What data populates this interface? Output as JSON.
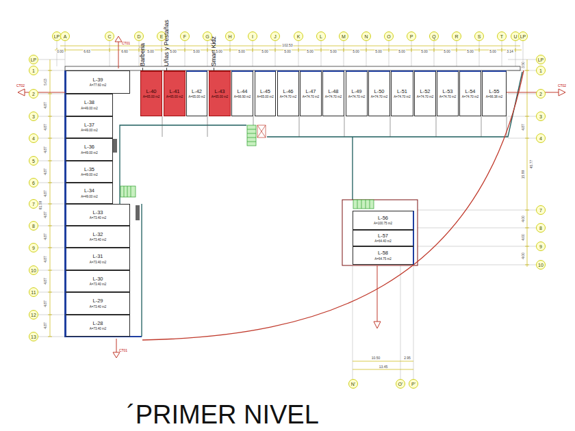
{
  "diagram": {
    "title": "´PRIMER NIVEL",
    "nodes": [
      {
        "text": [
          "L-39",
          "A=77.60 m2"
        ]
      },
      {
        "text": [
          "L-40",
          "A=65.00 m2"
        ]
      },
      {
        "text": [
          "L-41",
          "A=65.00 m2"
        ]
      },
      {
        "text": [
          "L-42",
          "A=65.00 m2"
        ]
      },
      {
        "text": [
          "L-43",
          "A=65.00 m2"
        ]
      },
      {
        "text": [
          "L-44",
          "A=66.90 m2"
        ]
      },
      {
        "text": [
          "L-45",
          "A=65.00 m2"
        ]
      },
      {
        "text": [
          "L-46",
          "A=74.70 m2"
        ]
      },
      {
        "text": [
          "L-47",
          "A=74.70 m2"
        ]
      },
      {
        "text": [
          "L-48",
          "A=74.70 m2"
        ]
      },
      {
        "text": [
          "L-49",
          "A=74.70 m2"
        ]
      },
      {
        "text": [
          "L-50",
          "A=74.70 m2"
        ]
      },
      {
        "text": [
          "L-51",
          "A=74.70 m2"
        ]
      },
      {
        "text": [
          "L-52",
          "A=74.70 m2"
        ]
      },
      {
        "text": [
          "L-53",
          "A=74.70 m2"
        ]
      },
      {
        "text": [
          "L-54",
          "A=74.70 m2"
        ]
      },
      {
        "text": [
          "L-55",
          "A=66.38 m2"
        ]
      },
      {
        "text": [
          "L-38",
          "A=49.00 m2"
        ]
      },
      {
        "text": [
          "L-37",
          "A=49.00 m2"
        ]
      },
      {
        "text": [
          "L-36",
          "A=49.00 m2"
        ]
      },
      {
        "text": [
          "L-35",
          "A=49.00 m2"
        ]
      },
      {
        "text": [
          "L-34",
          "A=49.00 m2"
        ]
      },
      {
        "text": [
          "L-33",
          "A=73.40 m2"
        ]
      },
      {
        "text": [
          "L-32",
          "A=73.40 m2"
        ]
      },
      {
        "text": [
          "L-31",
          "A=73.40 m2"
        ]
      },
      {
        "text": [
          "L-30",
          "A=73.40 m2"
        ]
      },
      {
        "text": [
          "L-29",
          "A=73.40 m2"
        ]
      },
      {
        "text": [
          "L-28",
          "A=73.40 m2"
        ]
      },
      {
        "text": [
          "L-56",
          "A=100.75 m2"
        ]
      },
      {
        "text": [
          "L-57",
          "A=64.40 m2"
        ]
      },
      {
        "text": [
          "L-58",
          "A=64.75 m2"
        ]
      }
    ],
    "labels": [
      "Barberia",
      "Uñas y Pestañas",
      "Smart Kidz",
      "CT01",
      "CT01",
      "CT02",
      "CT02",
      "LP",
      "A",
      "C",
      "D",
      "E",
      "F",
      "G",
      "H",
      "I",
      "J",
      "K",
      "L",
      "M",
      "N",
      "O",
      "P",
      "Q",
      "R",
      "S",
      "T",
      "U",
      "LP",
      "LP",
      "1",
      "2",
      "3",
      "4",
      "5",
      "6",
      "7",
      "8",
      "9",
      "10",
      "11",
      "12",
      "13",
      "LP",
      "1",
      "2",
      "3",
      "4",
      "7",
      "8",
      "9",
      "10",
      "N'",
      "O'",
      "P'",
      "102.53",
      "0.00",
      "6.63",
      "6.60",
      "5.00",
      "5.00",
      "5.00",
      "5.00",
      "5.00",
      "5.00",
      "5.00",
      "5.00",
      "5.00",
      "5.00",
      "5.00",
      "5.00",
      "5.00",
      "5.00",
      "5.00",
      "5.00",
      "3.14",
      "5.03",
      "4.87",
      "4.87",
      "4.87",
      "4.87",
      "4.87",
      "4.87",
      "4.87",
      "4.87",
      "4.87",
      "4.87",
      "4.87",
      "61.59",
      "3.50",
      "4.87",
      "15.99",
      "45.77",
      "4.00",
      "4.00",
      "4.00",
      "10.50",
      "2.95",
      "13.45"
    ]
  }
}
